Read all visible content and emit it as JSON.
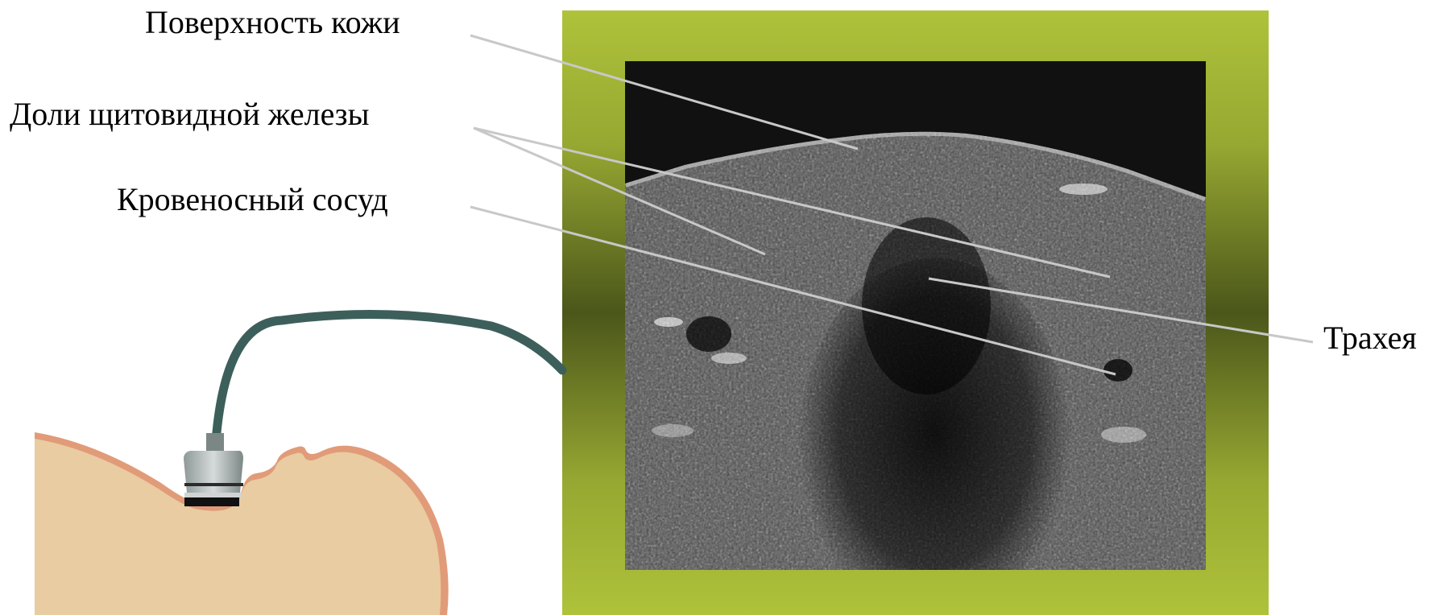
{
  "labels": {
    "skin_surface": "Поверхность кожи",
    "thyroid_lobes": "Доли щитовидной железы",
    "blood_vessel": "Кровеносный сосуд",
    "trachea": "Трахея"
  },
  "colors": {
    "frame_light": "#adbf3a",
    "frame_dark": "#4f5a1a",
    "cable": "#3d5f5b",
    "skin": "#e9cca1",
    "skin_edge": "#e19b78",
    "pointer": "#c8c8c8",
    "ultrasound_bg": "#111111"
  },
  "icons": {
    "probe": "ultrasound-probe-icon",
    "patient": "patient-head-icon"
  }
}
